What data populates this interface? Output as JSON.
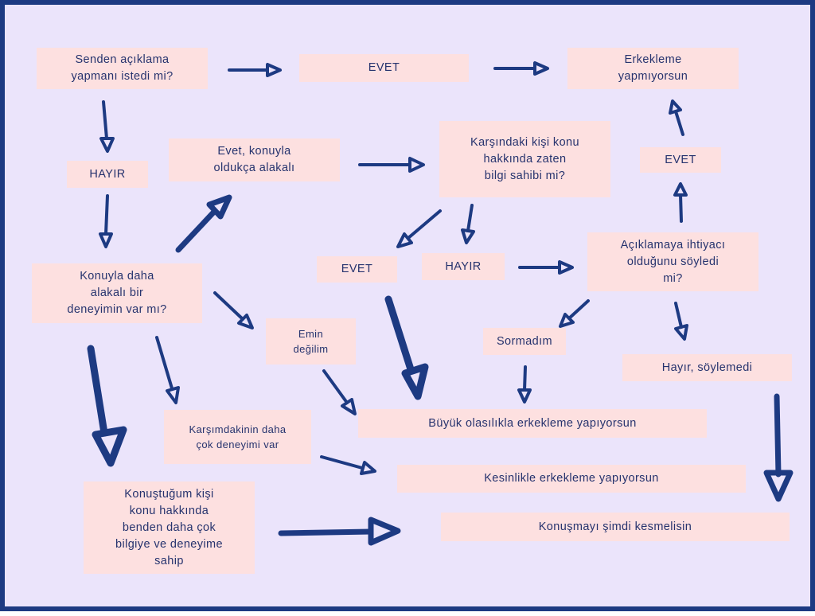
{
  "colors": {
    "background": "#ebe4fb",
    "box": "#fde0e0",
    "text": "#26336e",
    "arrow": "#1d3a82",
    "border": "#1d3a82"
  },
  "nodes": {
    "q_explain": "Senden açıklama\nyapmanı istedi mi?",
    "yes_top": "EVET",
    "not_mansplaining": "Erkekleme\nyapmıyorsun",
    "no_left": "HAYIR",
    "yes_relevant": "Evet, konuyla\noldukça alakalı",
    "q_other_knows": "Karşındaki kişi konu\nhakkında zaten\nbilgi sahibi mi?",
    "yes_right": "EVET",
    "q_more_experience": "Konuyla daha\nalakalı bir\ndeneyimin var mı?",
    "yes_mid": "EVET",
    "no_mid": "HAYIR",
    "q_said_needs": "Açıklamaya ihtiyacı\nolduğunu söyledi\nmi?",
    "not_sure": "Emin\ndeğilim",
    "didnt_ask": "Sormadım",
    "no_didnt_say": "Hayır, söylemedi",
    "probably_mansplaining": "Büyük olasılıkla erkekleme yapıyorsun",
    "other_more_experience": "Karşımdakinin daha\nçok deneyimi var",
    "definitely_mansplaining": "Kesinlikle erkekleme yapıyorsun",
    "other_knows_more": "Konuştuğum kişi\nkonu hakkında\nbenden daha çok\nbilgiye ve deneyime\nsahip",
    "stop_now": "Konuşmayı şimdi kesmelisin"
  }
}
